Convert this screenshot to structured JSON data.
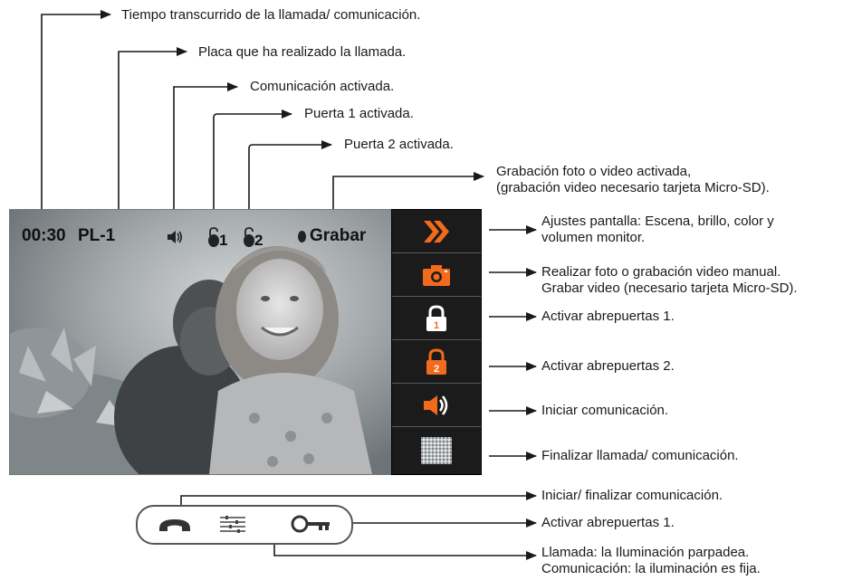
{
  "callouts": {
    "elapsed_time": "Tiempo transcurrido de la llamada/ comunicación.",
    "calling_panel": "Placa que ha realizado la llamada.",
    "communication_active": "Comunicación activada.",
    "door1_active": "Puerta 1 activada.",
    "door2_active": "Puerta 2 activada.",
    "recording_active_line1": "Grabación foto o video activada,",
    "recording_active_line2": "(grabación video necesario tarjeta Micro-SD).",
    "screen_settings_line1": "Ajustes pantalla: Escena, brillo, color y",
    "screen_settings_line2": "volumen monitor.",
    "photo_video_line1": "Realizar foto o grabación video manual.",
    "photo_video_line2": "Grabar video (necesario tarjeta Micro-SD).",
    "door1_open": "Activar abrepuertas 1.",
    "door2_open": "Activar abrepuertas 2.",
    "start_comm": "Iniciar comunicación.",
    "end_call": "Finalizar llamada/ comunicación.",
    "key_comm": "Iniciar/ finalizar comunicación.",
    "key_door1": "Activar abrepuertas 1.",
    "key_light_line1": "Llamada: la Iluminación parpadea.",
    "key_light_line2": "Comunicación: la iluminación es fija."
  },
  "osd": {
    "timer": "00:30",
    "panel": "PL-1",
    "door1_number": "1",
    "door2_number": "2",
    "record_label": "Grabar"
  },
  "menu": {
    "items": [
      {
        "icon": "settings-chevron-icon"
      },
      {
        "icon": "camera-icon"
      },
      {
        "icon": "lock-1-icon",
        "number": "1"
      },
      {
        "icon": "lock-2-icon",
        "number": "2"
      },
      {
        "icon": "speaker-icon"
      },
      {
        "icon": "end-call-icon"
      }
    ]
  },
  "keypad": {
    "keys": [
      {
        "icon": "handset-icon"
      },
      {
        "icon": "menu-lines-icon"
      },
      {
        "icon": "key-icon"
      }
    ]
  },
  "colors": {
    "accent": "#f26b1d",
    "menu_bg": "#1b1b1b",
    "line": "#1a1a1a"
  }
}
